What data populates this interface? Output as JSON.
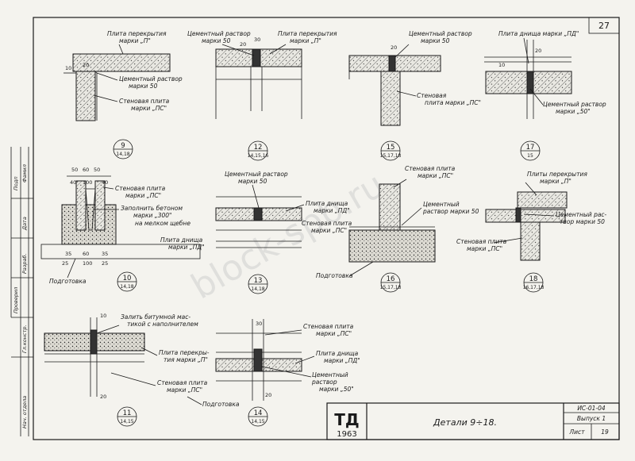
{
  "sheet": {
    "number": "27",
    "title": "Детали 9÷18.",
    "logo": "ТД",
    "year": "1963",
    "code": "ИС-01-04",
    "issue": "Выпуск 1",
    "list_label": "Лист",
    "list_no": "19",
    "watermark": "block-spb.ru"
  },
  "side_notes": [
    "Фамил",
    "Подп",
    "Дата",
    "Разраб.",
    "Проверил",
    "Гл.констр.",
    "Нач. отдела"
  ],
  "details": [
    {
      "id": "d9",
      "num": "9",
      "ref": "14,18",
      "labels": [
        "Плита перекрытия",
        "марки „П\"",
        "Цементный раствор",
        "марки 50",
        "Стеновая плита",
        "марки „ПС\""
      ],
      "dims": [
        "20",
        "10"
      ]
    },
    {
      "id": "d12",
      "num": "12",
      "ref": "14,15,16",
      "labels": [
        "Цементный раствор",
        "марки 50",
        "Плита перекрытия",
        "марки „П\""
      ],
      "dims": [
        "30",
        "20"
      ]
    },
    {
      "id": "d15",
      "num": "15",
      "ref": "15,17,18",
      "labels": [
        "Цементный раствор",
        "марки 50",
        "Стеновая",
        "плита марки „ПС\""
      ],
      "dims": [
        "20"
      ]
    },
    {
      "id": "d17",
      "num": "17",
      "ref": "15",
      "labels": [
        "Плита днища марки „ПД\"",
        "Цементный раствор",
        "марки „50\""
      ],
      "dims": [
        "20",
        "10"
      ]
    },
    {
      "id": "d10",
      "num": "10",
      "ref": "14,18",
      "labels": [
        "Стеновая плита",
        "марки „ПС\"",
        "Заполнить бетоном",
        "марки „300\"",
        "на мелком щебне",
        "Плита днища",
        "марки „ПД\"",
        "Подготовка"
      ],
      "dims": [
        "50",
        "60",
        "50",
        "40",
        "100",
        "40",
        "25",
        "100",
        "25",
        "35",
        "60",
        "35"
      ]
    },
    {
      "id": "d13",
      "num": "13",
      "ref": "14,18",
      "labels": [
        "Цементный раствор",
        "марки 50",
        "Плита днища",
        "марки „ПД\"",
        "Стеновая плита",
        "марки „ПС\""
      ],
      "dims": []
    },
    {
      "id": "d16",
      "num": "16",
      "ref": "15,17,18",
      "labels": [
        "Стеновая плита",
        "марки „ПС\"",
        "Цементный",
        "раствор марки 50",
        "Подготовка"
      ],
      "dims": []
    },
    {
      "id": "d18",
      "num": "18",
      "ref": "16,17,18",
      "labels": [
        "Плиты перекрытия",
        "марки „П\"",
        "Цементный рас-",
        "твор марки 50",
        "Стеновая плита",
        "марки „ПС\""
      ],
      "dims": []
    },
    {
      "id": "d11",
      "num": "11",
      "ref": "14,15",
      "labels": [
        "Залить битумной мас-",
        "тикой с наполнителем",
        "Плита перекры-",
        "тия марки „П\"",
        "Стеновая плита",
        "марки „ПС\"",
        "Подготовка"
      ],
      "dims": [
        "10",
        "20"
      ]
    },
    {
      "id": "d14",
      "num": "14",
      "ref": "14,15",
      "labels": [
        "Стеновая плита",
        "марки „ПС\"",
        "Плита днища",
        "марки „ПД\"",
        "Цементный",
        "раствор",
        "марки „50\""
      ],
      "dims": [
        "30",
        "20"
      ]
    }
  ]
}
